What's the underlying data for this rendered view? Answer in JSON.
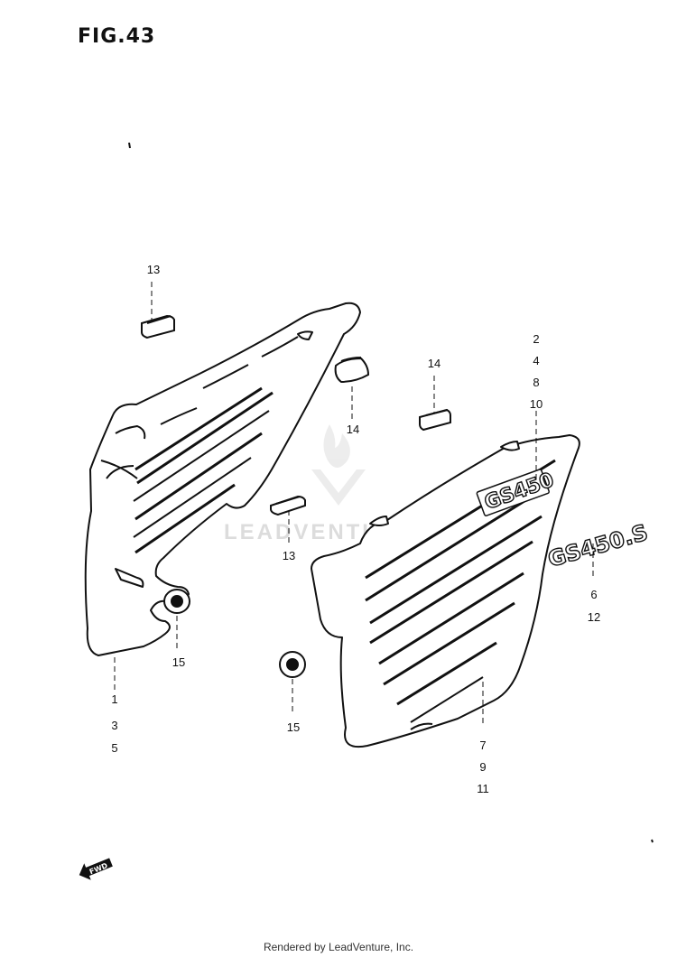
{
  "figure": {
    "title": "FIG.43"
  },
  "callouts": {
    "c13_top": "13",
    "c14_left": "14",
    "c14_right": "14",
    "c13_mid": "13",
    "c15_left": "15",
    "c15_right": "15",
    "left_cover_refs": [
      "1",
      "3",
      "5"
    ],
    "right_cover_refs": [
      "7",
      "9",
      "11"
    ],
    "emblem_left_refs": [
      "2",
      "4",
      "8",
      "10"
    ],
    "emblem_right_refs": [
      "6",
      "12"
    ]
  },
  "emblems": {
    "left": "GS450",
    "right": "GS450.S"
  },
  "fwd_label": "FWD",
  "watermark": "LEADVENTURE",
  "footer": "Rendered by LeadVenture, Inc."
}
